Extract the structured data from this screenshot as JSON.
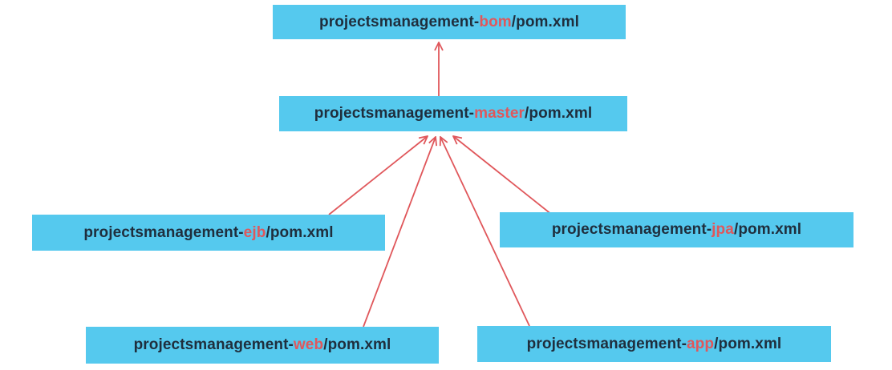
{
  "colors": {
    "box_fill": "#55c9ee",
    "text": "#1f2e3d",
    "highlight": "#e0575b",
    "arrow": "#e0575b"
  },
  "nodes": {
    "bom": {
      "prefix": "projectsmanagement-",
      "module": "bom",
      "suffix": "/pom.xml"
    },
    "master": {
      "prefix": "projectsmanagement-",
      "module": "master",
      "suffix": "/pom.xml"
    },
    "ejb": {
      "prefix": "projectsmanagement-",
      "module": "ejb",
      "suffix": "/pom.xml"
    },
    "jpa": {
      "prefix": "projectsmanagement-",
      "module": "jpa",
      "suffix": "/pom.xml"
    },
    "web": {
      "prefix": "projectsmanagement-",
      "module": "web",
      "suffix": "/pom.xml"
    },
    "app": {
      "prefix": "projectsmanagement-",
      "module": "app",
      "suffix": "/pom.xml"
    }
  },
  "edges": [
    {
      "from": "master",
      "to": "bom"
    },
    {
      "from": "ejb",
      "to": "master"
    },
    {
      "from": "web",
      "to": "master"
    },
    {
      "from": "app",
      "to": "master"
    },
    {
      "from": "jpa",
      "to": "master"
    }
  ]
}
